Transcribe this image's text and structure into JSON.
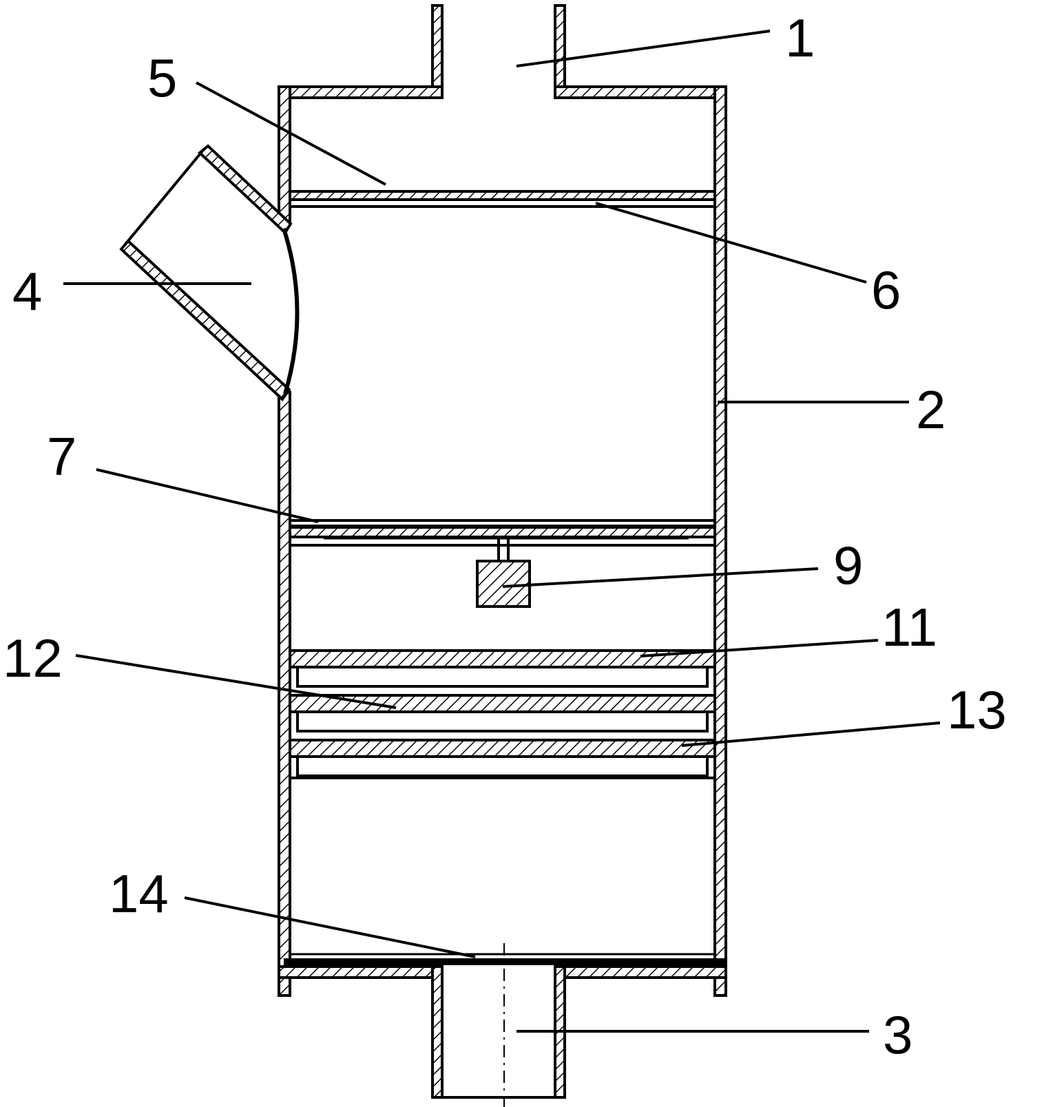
{
  "labels": {
    "l1": "1",
    "l2": "2",
    "l3": "3",
    "l4": "4",
    "l5": "5",
    "l6": "6",
    "l7": "7",
    "l9": "9",
    "l11": "11",
    "l12": "12",
    "l13": "13",
    "l14": "14"
  },
  "colors": {
    "line": "#000000",
    "background": "#ffffff"
  }
}
